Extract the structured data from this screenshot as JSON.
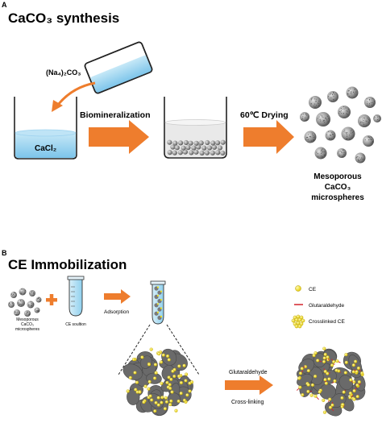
{
  "panel_a": {
    "letter": "A",
    "title": "CaCO₃ synthesis",
    "reagent_label": "(Na₄)₂CO₃",
    "beaker_label": "CaCl₂",
    "step1_label": "Biomineralization",
    "step2_label": "60℃ Drying",
    "product_line1": "Mesoporous",
    "product_line2": "CaCO₃",
    "product_line3": "microspheres"
  },
  "panel_b": {
    "letter": "B",
    "title": "CE Immobilization",
    "plus": "+",
    "left_label_line1": "Mesoporous",
    "left_label_line2": "CaCO₃",
    "left_label_line3": "microspheres",
    "tube_label": "CE soultion",
    "adsorption_label": "Adsorption",
    "legend": [
      {
        "label": "CE"
      },
      {
        "label": "Glutaraldehyde"
      },
      {
        "label": "Crosslinked CE"
      }
    ],
    "step_label_top": "Glutaraldehyde",
    "step_label_bottom": "Cross-linking"
  },
  "colors": {
    "arrow_orange": "#ee7d2d",
    "sphere_gray": "#6a6a6a",
    "liquid_blue": "#9fd3ef",
    "ce_yellow": "#f4e21c",
    "crosslink_red": "#d2232a"
  }
}
